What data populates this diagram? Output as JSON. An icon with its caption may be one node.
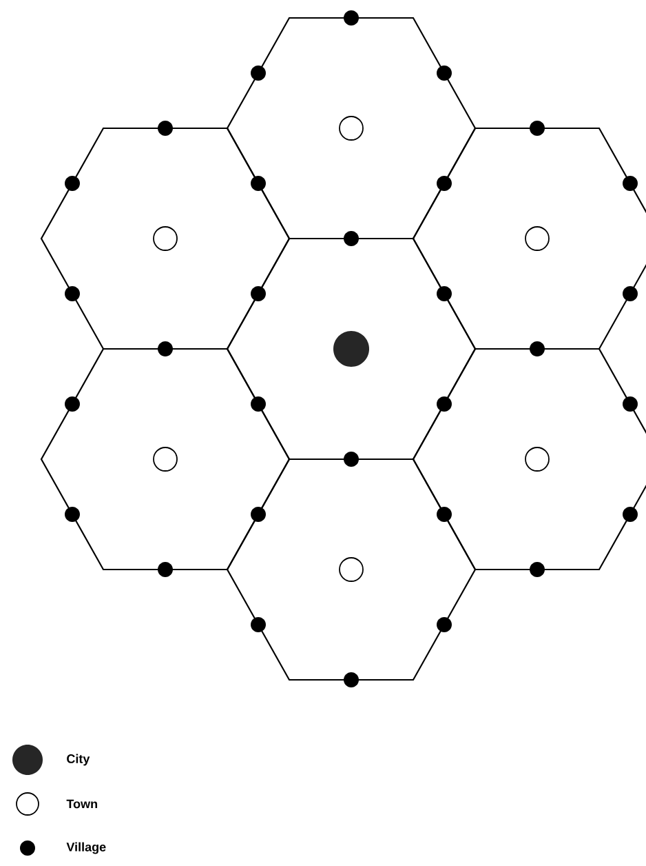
{
  "diagram": {
    "legend": [
      {
        "text": "City"
      },
      {
        "text": "Town"
      },
      {
        "text": "Village"
      }
    ]
  }
}
